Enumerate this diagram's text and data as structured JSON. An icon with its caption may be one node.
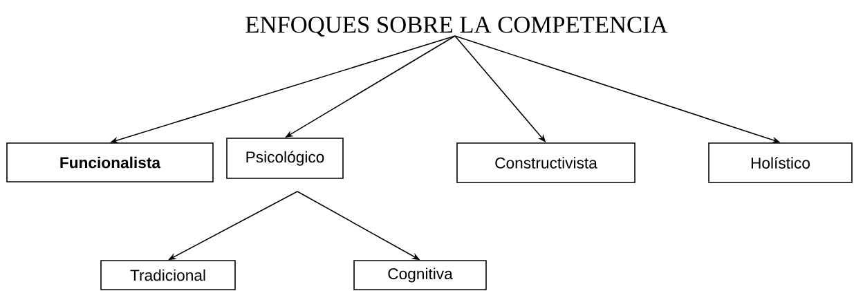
{
  "diagram": {
    "nodes": [
      {
        "text": [
          "ENFOQUES SOBRE LA COMPETENCIA"
        ]
      },
      {
        "text": [
          "**Funcionalista**"
        ]
      },
      {
        "text": [
          "Psicológico"
        ]
      },
      {
        "text": [
          "Constructivista"
        ]
      },
      {
        "text": [
          "Holístico"
        ]
      },
      {
        "text": [
          "Tradicional"
        ]
      },
      {
        "text": [
          "Cognitiva"
        ]
      }
    ],
    "edges": [
      {
        "from": 0,
        "to": 1,
        "arrow": "to"
      },
      {
        "from": 0,
        "to": 2,
        "arrow": "to"
      },
      {
        "from": 0,
        "to": 3,
        "arrow": "to"
      },
      {
        "from": 0,
        "to": 4,
        "arrow": "to"
      },
      {
        "from": 2,
        "to": 5,
        "arrow": "to"
      },
      {
        "from": 2,
        "to": 6,
        "arrow": "to"
      }
    ]
  }
}
